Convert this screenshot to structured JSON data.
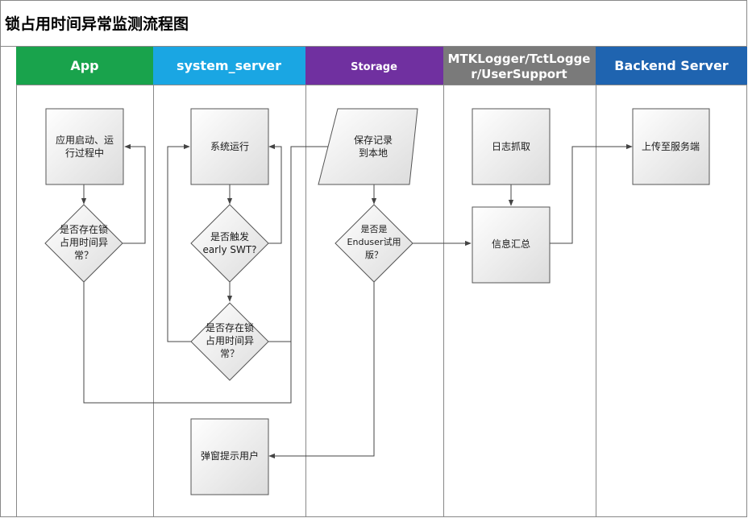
{
  "title": "锁占用时间异常监测流程图",
  "lanes": [
    {
      "name": "App",
      "color": "#19a34c"
    },
    {
      "name": "system_server",
      "color": "#1aa6e3"
    },
    {
      "name": "Storage",
      "color": "#7030a0"
    },
    {
      "name": "MTKLogger/TctLogge",
      "name2": "r/UserSupport",
      "color": "#7a7a7a"
    },
    {
      "name": "Backend Server",
      "color": "#1f64b0"
    }
  ],
  "nodes": {
    "app_start": {
      "line1": "应用启动、运",
      "line2": "行过程中"
    },
    "app_decision": {
      "line1": "是否存在锁",
      "line2": "占用时间异",
      "line3": "常？"
    },
    "sys_running": {
      "line1": "系统运行"
    },
    "sys_early_swt": {
      "line1": "是否触发",
      "line2": "early SWT?"
    },
    "sys_lock_decision": {
      "line1": "是否存在锁",
      "line2": "占用时间异",
      "line3": "常？"
    },
    "sys_popup": {
      "line1": "弹窗提示用户"
    },
    "storage_save": {
      "line1": "保存记录",
      "line2": "到本地"
    },
    "storage_enduser": {
      "line1": "是否是",
      "line2": "Enduser试用",
      "line3": "版？"
    },
    "logger_capture": {
      "line1": "日志抓取"
    },
    "logger_collect": {
      "line1": "信息汇总"
    },
    "backend_upload": {
      "line1": "上传至服务端"
    }
  }
}
